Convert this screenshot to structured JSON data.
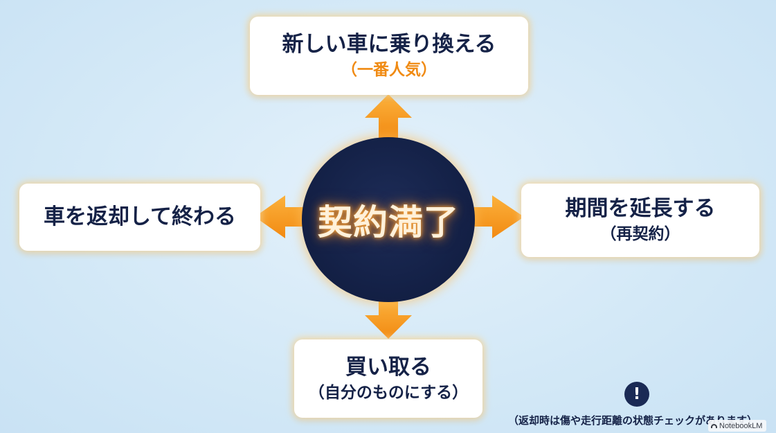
{
  "center": {
    "label": "契約満了"
  },
  "options": {
    "top": {
      "title": "新しい車に乗り換える",
      "subtitle": "（一番人気）"
    },
    "left": {
      "title": "車を返却して終わる"
    },
    "right": {
      "title": "期間を延長する",
      "subtitle": "（再契約）"
    },
    "bottom": {
      "title": "買い取る",
      "subtitle": "（自分のものにする）"
    }
  },
  "note": {
    "icon": "exclamation-icon",
    "icon_glyph": "!",
    "text": "（返却時は傷や走行距離の状態チェックがあります）"
  },
  "watermark": {
    "text": "NotebookLM"
  },
  "colors": {
    "navy": "#152247",
    "arrow_orange": "#f5961e",
    "accent_orange": "#f08a12",
    "background": "#d4e9f7"
  }
}
